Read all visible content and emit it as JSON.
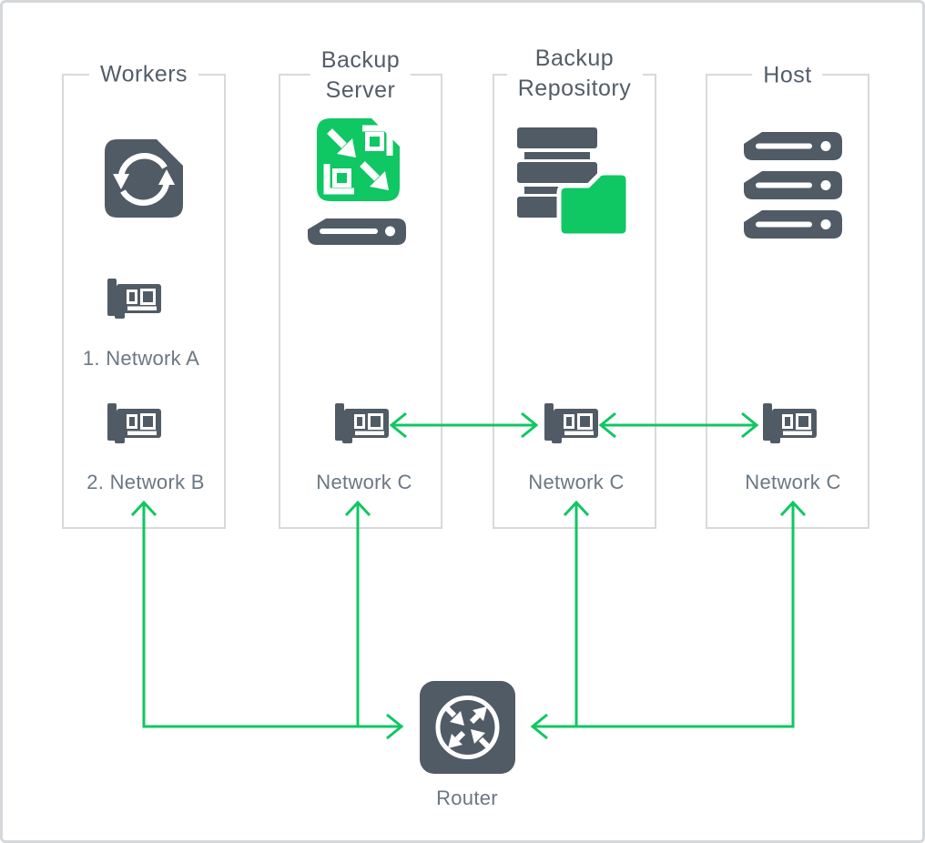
{
  "colors": {
    "slate": "#515b65",
    "green": "#0fc763",
    "boxborder": "#d9d9d9",
    "frame": "#d5d8db",
    "title": "#525d68",
    "label": "#6b7783",
    "bg": "#ffffff"
  },
  "columns": {
    "workers": {
      "title": "Workers",
      "adapter1_label": "1. Network A",
      "adapter2_label": "2. Network B"
    },
    "backup_server": {
      "title": "Backup\nServer",
      "adapter_label": "Network C"
    },
    "backup_repository": {
      "title": "Backup\nRepository",
      "adapter_label": "Network C"
    },
    "host": {
      "title": "Host",
      "adapter_label": "Network C"
    }
  },
  "router": {
    "label": "Router"
  },
  "icons": {
    "workers": "sync-job-icon",
    "backup_server": "backup-server-icon",
    "backup_repository": "backup-repository-icon",
    "host": "server-stack-icon",
    "adapter": "network-adapter-icon",
    "router": "router-icon"
  }
}
